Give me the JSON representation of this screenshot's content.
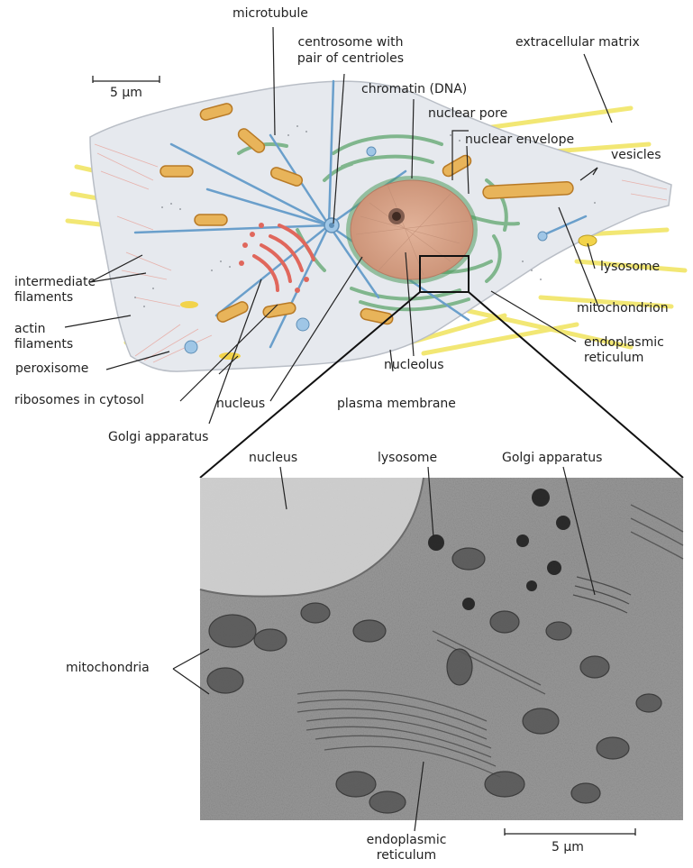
{
  "labels": {
    "microtubule": "microtubule",
    "centrosome_1": "centrosome with",
    "centrosome_2": "pair of centrioles",
    "extracellular_matrix": "extracellular matrix",
    "chromatin": "chromatin (DNA)",
    "nuclear_pore": "nuclear pore",
    "nuclear_envelope": "nuclear envelope",
    "vesicles": "vesicles",
    "lysosome": "lysosome",
    "intermediate_1": "intermediate",
    "intermediate_2": "filaments",
    "actin_1": "actin",
    "actin_2": "filaments",
    "mitochondrion": "mitochondrion",
    "peroxisome": "peroxisome",
    "er_1": "endoplasmic",
    "er_2": "reticulum",
    "nucleolus": "nucleolus",
    "ribosomes": "ribosomes in cytosol",
    "nucleus": "nucleus",
    "plasma_membrane": "plasma membrane",
    "golgi": "Golgi apparatus"
  },
  "micrograph_labels": {
    "nucleus": "nucleus",
    "lysosome": "lysosome",
    "golgi": "Golgi apparatus",
    "mitochondria": "mitochondria",
    "er_1": "endoplasmic",
    "er_2": "reticulum"
  },
  "scale_bars": {
    "top": "5 μm",
    "bottom": "5 μm"
  },
  "colors": {
    "cell_fill": "#e6e9ee",
    "nucleus_fill": "#d9a98e",
    "er_green": "#6fae7d",
    "microtubule_blue": "#6a9fcb",
    "golgi_red": "#e0675c",
    "mitochondrion_orange": "#d99a3a",
    "ecm_yellow": "#f1e566"
  }
}
